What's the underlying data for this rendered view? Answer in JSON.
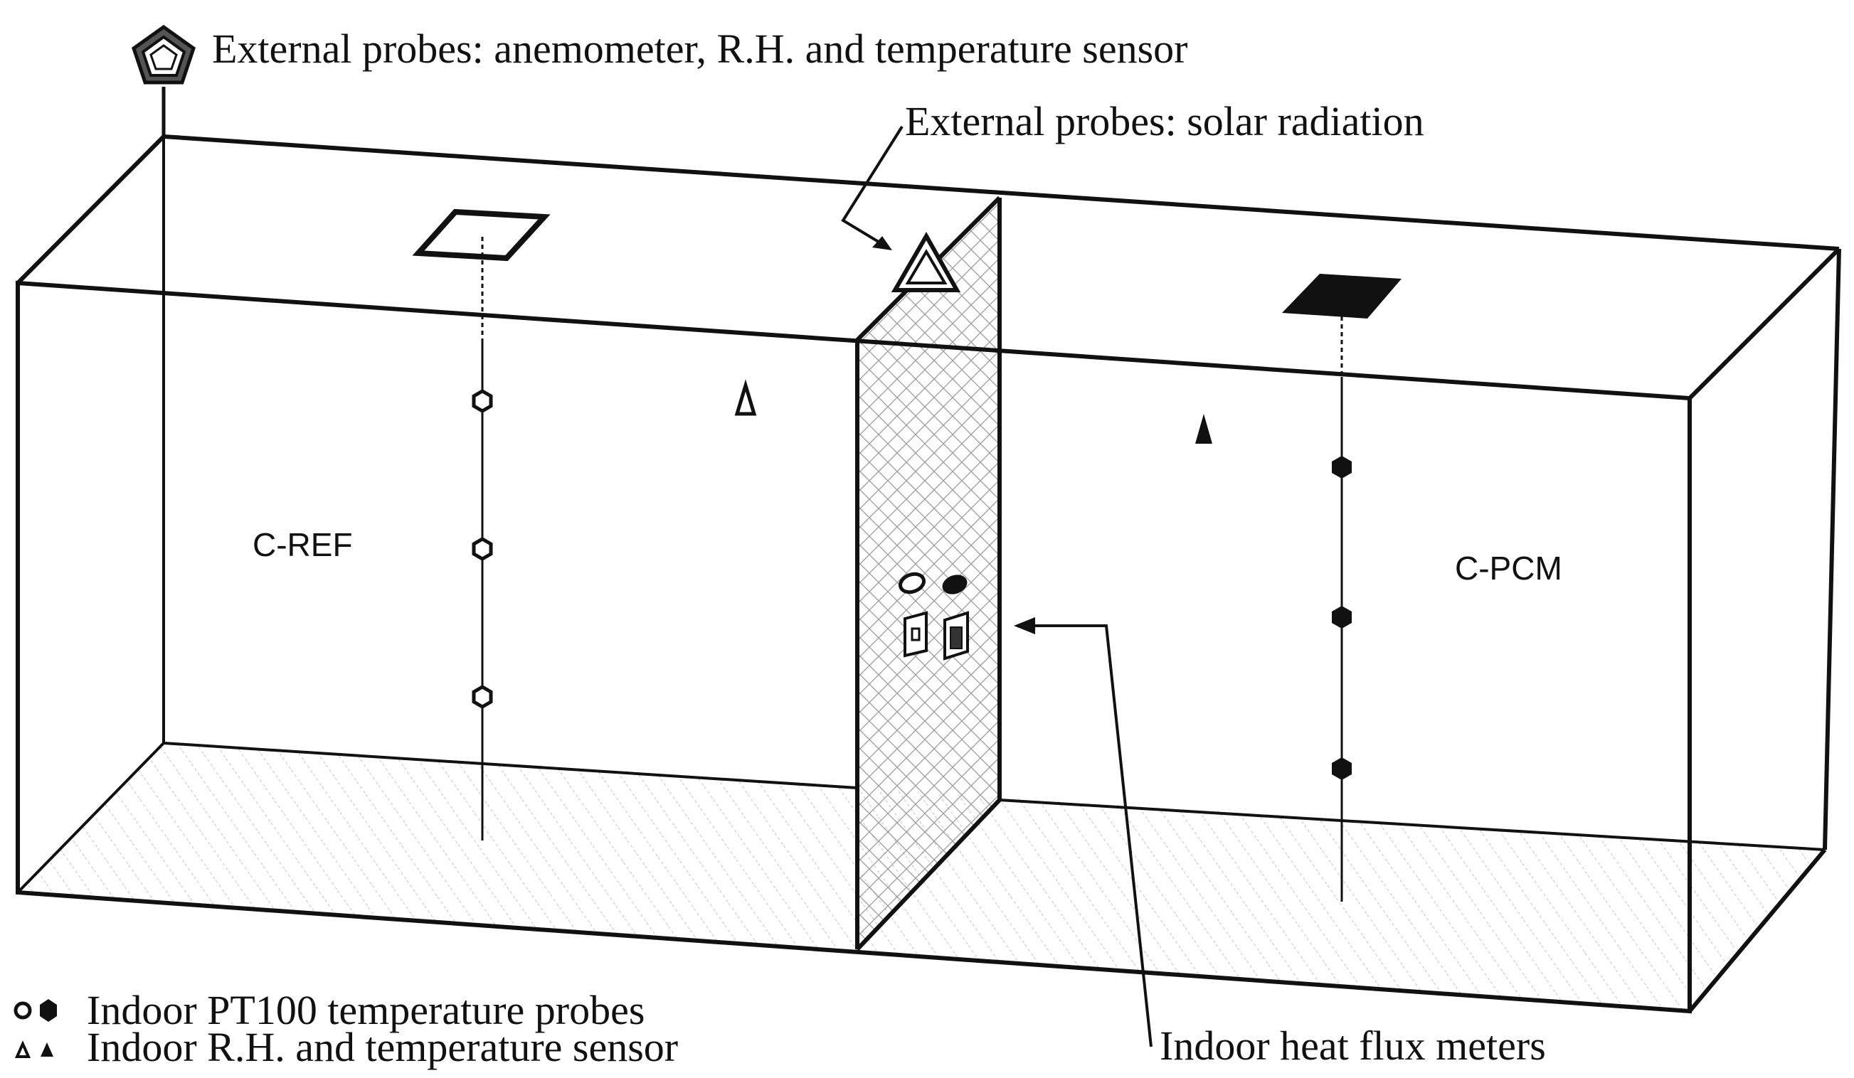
{
  "labels": {
    "external_probes_weather": "External probes: anemometer, R.H. and temperature sensor",
    "external_probes_solar": "External probes: solar radiation",
    "cell_reference": "C-REF",
    "cell_pcm": "C-PCM",
    "indoor_heat_flux": "Indoor heat flux meters"
  },
  "legend": {
    "items": [
      {
        "symbol": "open-and-filled-hexagon",
        "text": "Indoor PT100 temperature probes"
      },
      {
        "symbol": "open-and-filled-triangle",
        "text": "Indoor R.H. and temperature sensor"
      }
    ]
  },
  "colors": {
    "stroke": "#111111",
    "background": "#ffffff",
    "hatch": "#9a9a9a"
  }
}
